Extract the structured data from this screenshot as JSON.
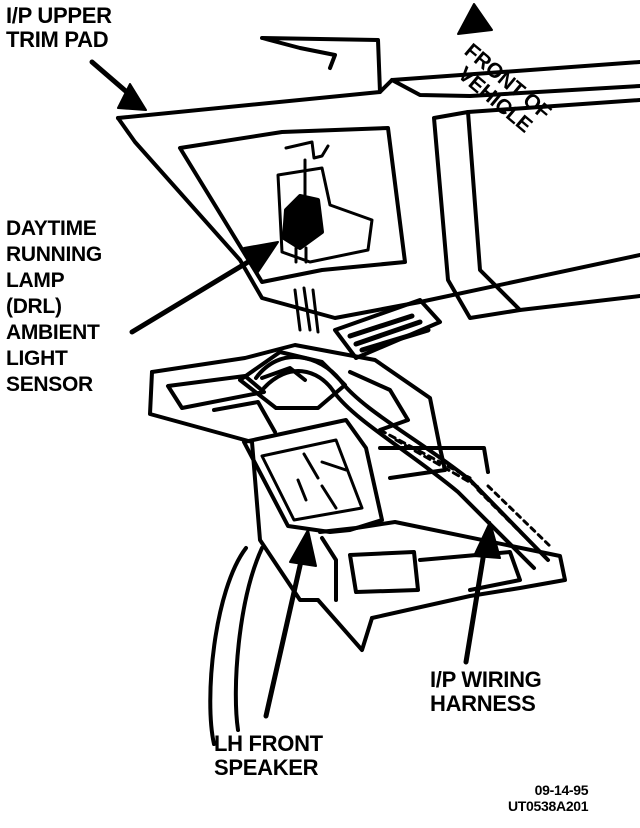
{
  "labels": {
    "trim_pad": [
      "I/P UPPER",
      "TRIM PAD"
    ],
    "front_of_vehicle": [
      "FRONT OF",
      "VEHICLE"
    ],
    "drl_sensor": [
      "DAYTIME",
      "RUNNING",
      "LAMP",
      "(DRL)",
      "AMBIENT",
      "LIGHT",
      "SENSOR"
    ],
    "wiring_harness": [
      "I/P WIRING",
      "HARNESS"
    ],
    "front_speaker": [
      "LH FRONT",
      "SPEAKER"
    ],
    "figure_date": "09-14-95",
    "figure_code": "UT0538A201"
  },
  "colors": {
    "ink": "#000000",
    "paper": "#ffffff"
  }
}
